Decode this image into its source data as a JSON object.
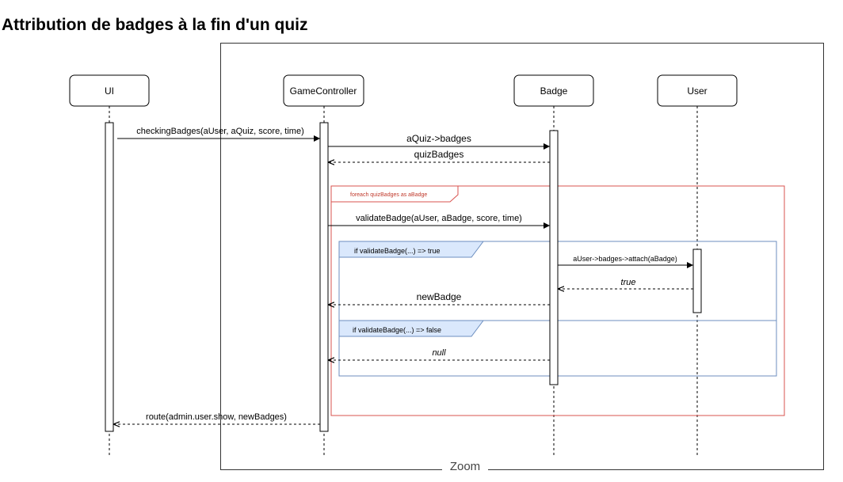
{
  "page": {
    "title": "Attribution de badges à la fin d'un quiz",
    "zoom_label": "Zoom"
  },
  "diagram": {
    "participants": {
      "ui": "UI",
      "game_controller": "GameController",
      "badge": "Badge",
      "user": "User"
    },
    "messages": {
      "checking_badges": "checkingBadges(aUser, aQuiz, score, time)",
      "quiz_badges_request": "aQuiz->badges",
      "quiz_badges_return": "quizBadges",
      "validate_badge": "validateBadge(aUser, aBadge, score, time)",
      "attach": "aUser->badges->attach(aBadge)",
      "attach_return": "true",
      "new_badge": "newBadge",
      "null_return": "null",
      "route": "route(admin.user.show, newBadges)"
    },
    "fragments": {
      "loop": "foreach quizBadges as aBadge",
      "alt_true": "if validateBadge(...) => true",
      "alt_false": "if validateBadge(...) => false"
    },
    "colors": {
      "loop_border": "#d9534f",
      "loop_text": "#c0392b",
      "alt_border": "#6c8ebf",
      "alt_fill": "#dae8fc"
    }
  }
}
